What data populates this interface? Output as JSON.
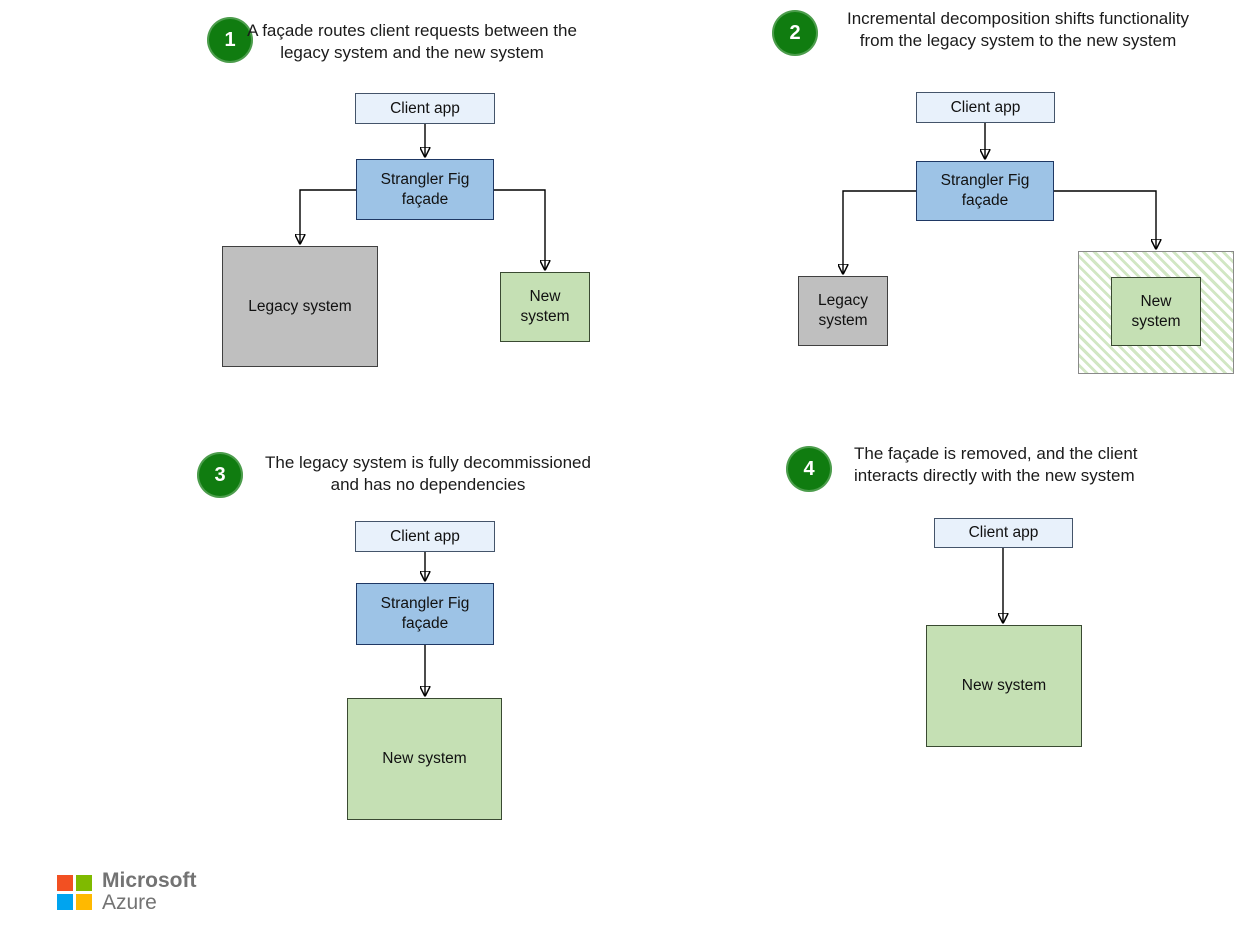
{
  "panels": [
    {
      "number": "1",
      "caption": "A façade routes client requests between the legacy system and the new system",
      "nodes": {
        "client": "Client app",
        "facade": "Strangler Fig façade",
        "legacy": "Legacy system",
        "new": "New system"
      }
    },
    {
      "number": "2",
      "caption": "Incremental decomposition shifts functionality from the legacy system to the new system",
      "nodes": {
        "client": "Client app",
        "facade": "Strangler Fig façade",
        "legacy": "Legacy system",
        "new": "New system"
      }
    },
    {
      "number": "3",
      "caption": "The legacy system is fully decommissioned and has no dependencies",
      "nodes": {
        "client": "Client app",
        "facade": "Strangler Fig façade",
        "new": "New system"
      }
    },
    {
      "number": "4",
      "caption": "The façade is removed, and the client interacts directly with the new system",
      "nodes": {
        "client": "Client app",
        "new": "New system"
      }
    }
  ],
  "logo": {
    "line1": "Microsoft",
    "line2": "Azure"
  },
  "colors": {
    "step_badge": "#107C10",
    "client_fill": "#E8F1FB",
    "facade_fill": "#9DC3E6",
    "legacy_fill": "#BFBFBF",
    "new_fill": "#C5E0B4",
    "hatch_stripe": "#D2E7C4",
    "arrow": "#000000",
    "logo_red": "#F25022",
    "logo_green": "#7FBA00",
    "logo_blue": "#00A4EF",
    "logo_yellow": "#FFB900",
    "logo_text": "#737373"
  }
}
